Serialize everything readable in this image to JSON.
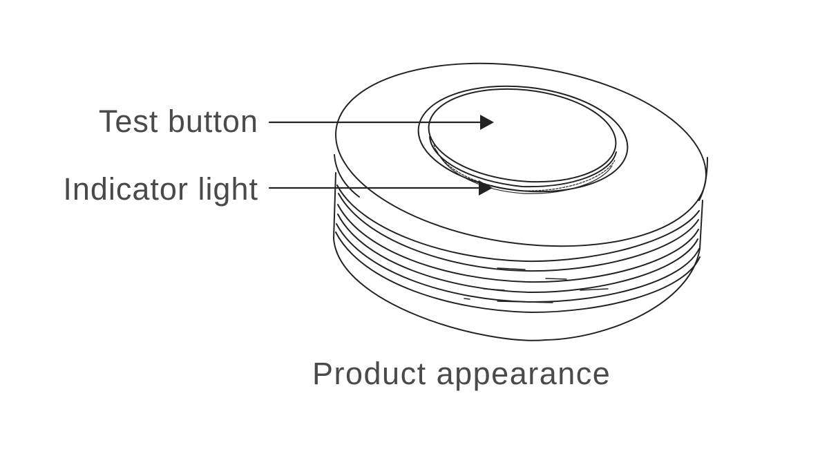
{
  "labels": {
    "test_button": "Test button",
    "indicator_light": "Indicator light"
  },
  "caption": "Product appearance",
  "colors": {
    "line": "#222222",
    "text": "#4a4a4a",
    "background": "#ffffff"
  }
}
